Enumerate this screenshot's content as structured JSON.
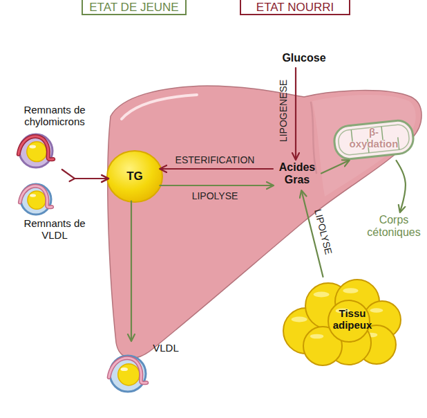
{
  "diagram": {
    "nodes": [
      {
        "text": [
          "Glucose"
        ]
      },
      {
        "text": [
          "Remnants de chylomicrons"
        ]
      },
      {
        "text": [
          "β- oxydation"
        ]
      },
      {
        "text": [
          "TG"
        ]
      },
      {
        "text": [
          "Acides Gras"
        ]
      },
      {
        "text": [
          "Remnants de VLDL"
        ]
      },
      {
        "text": [
          "Corps cétoniques"
        ]
      },
      {
        "text": [
          "Tissu adipeux"
        ]
      },
      {
        "text": [
          "VLDL"
        ]
      }
    ],
    "edges": [
      {
        "from": 1,
        "to": 3,
        "arrow": "to"
      },
      {
        "from": 5,
        "to": 3,
        "arrow": "to"
      },
      {
        "from": 4,
        "to": 3,
        "label": "ESTERIFICATION",
        "arrow": "to"
      },
      {
        "from": 3,
        "to": 4,
        "label": "LIPOLYSE",
        "arrow": "to"
      },
      {
        "from": 0,
        "to": 4,
        "label": "LIPOGENESE",
        "arrow": "to"
      },
      {
        "from": 4,
        "to": 2,
        "arrow": "to"
      },
      {
        "from": 2,
        "to": 6,
        "arrow": "to"
      },
      {
        "from": 7,
        "to": 4,
        "label": "LIPOLYSE",
        "arrow": "to"
      },
      {
        "from": 3,
        "to": 8,
        "arrow": "to"
      }
    ],
    "legend": [
      {
        "text": "ETAT DE JEUNE",
        "color": "#6b8a4a"
      },
      {
        "text": "ETAT NOURRI",
        "color": "#8b1f2f"
      }
    ]
  }
}
